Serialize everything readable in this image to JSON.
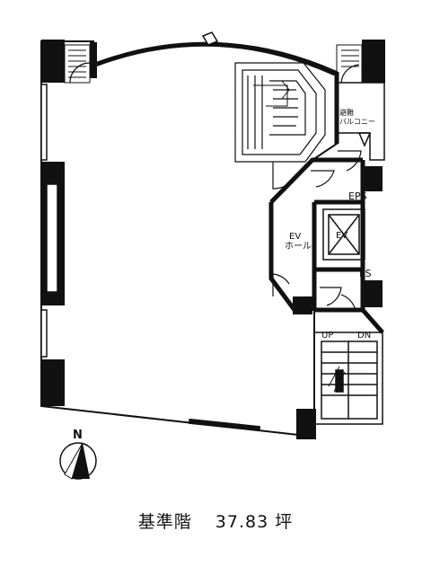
{
  "plan": {
    "labels": {
      "balcony_line1": "避難",
      "balcony_line2": "バルコニー",
      "eps": "EPS",
      "ev_hall_line1": "EV",
      "ev_hall_line2": "ホール",
      "ev": "EV",
      "ps": "PS",
      "up": "UP",
      "dn": "DN"
    },
    "compass": {
      "north": "N"
    }
  },
  "caption": {
    "floor_type": "基準階",
    "area": "37.83 坪"
  }
}
